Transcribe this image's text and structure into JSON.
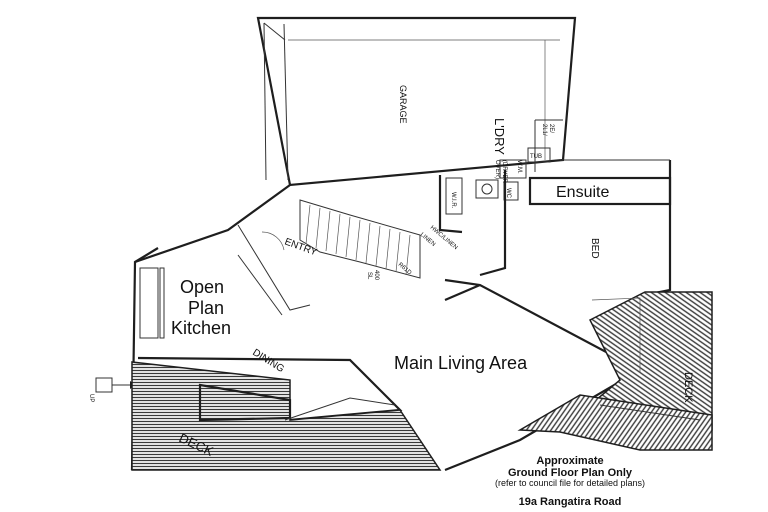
{
  "rooms": {
    "garage": "GARAGE",
    "laundry": "L'DRY",
    "ensuite": "Ensuite",
    "bed": "BED",
    "entry": "ENTRY",
    "open_plan_kitchen": [
      "Open",
      "Plan",
      "Kitchen"
    ],
    "dining": "DINING",
    "main_living": "Main Living Area",
    "deck_left": "DECK",
    "deck_right": "DECK"
  },
  "fixtures": {
    "wm": "W.M.",
    "tub": "TUB",
    "dryer": "(DRYER",
    "over": "OVER)",
    "wc": "WC",
    "wir": "W.I.R.",
    "hwc_linen": "HWC/LINEN",
    "linen": "LINEN",
    "sl": "SL",
    "up": "UP"
  },
  "dimensions": {
    "stair_label": "400",
    "stair_code": "R61D",
    "door_code_top": "2E/",
    "door_code_bottom": "2L1/"
  },
  "footer": {
    "line1": "Approximate",
    "line2": "Ground Floor Plan Only",
    "line3": "(refer to council file for detailed plans)",
    "address": "19a Rangatira Road"
  },
  "colors": {
    "ink": "#1e1e1e",
    "deck_hatch": "#3a3a3a",
    "background": "#ffffff"
  }
}
